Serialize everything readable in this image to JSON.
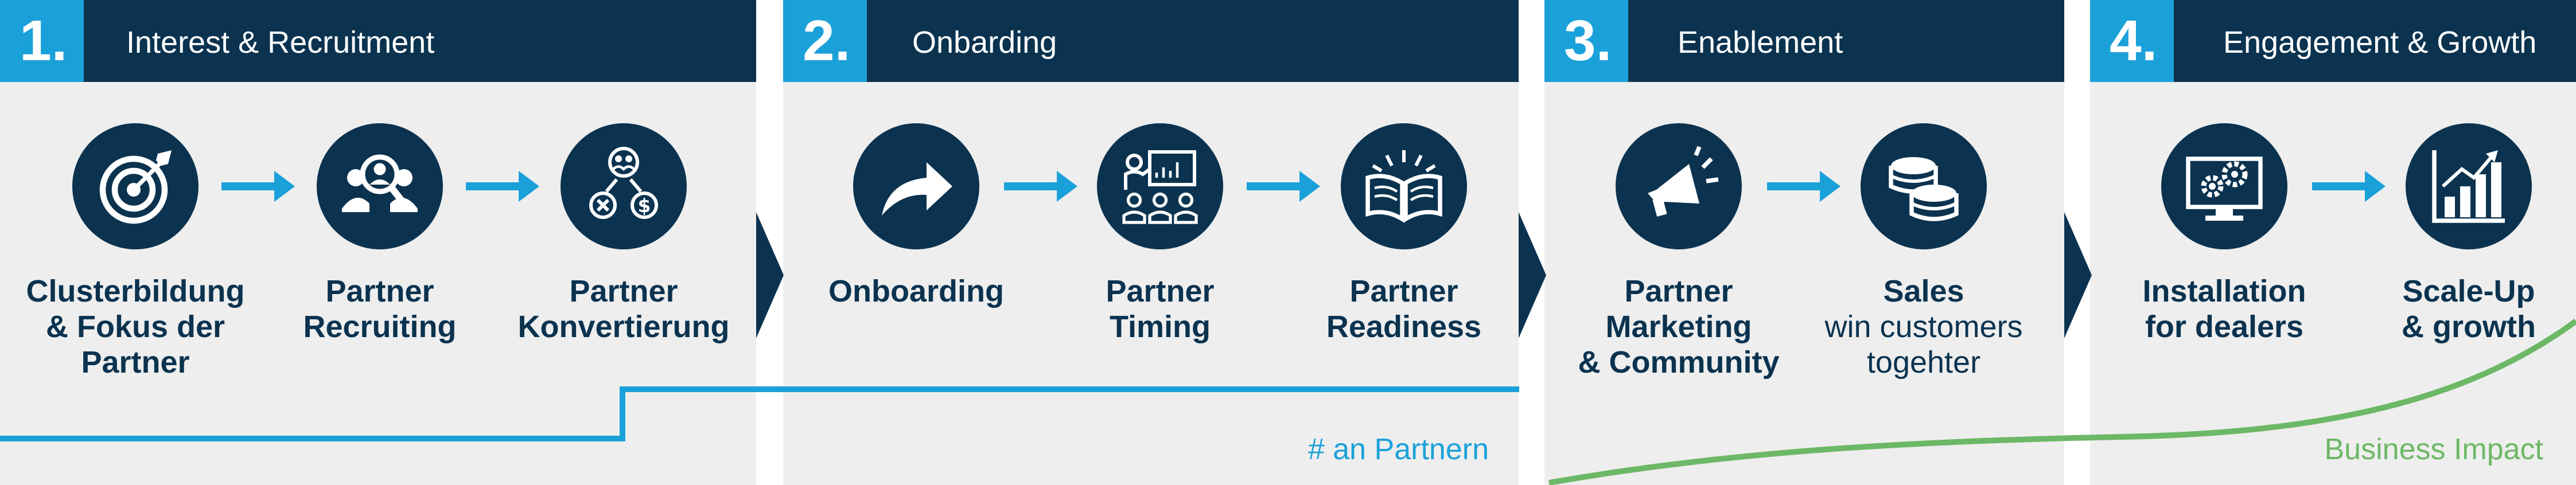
{
  "phases": [
    {
      "number": "1.",
      "title": "Interest & Recruitment",
      "steps": [
        {
          "icon": "target-icon",
          "lines": [
            "Clusterbildung",
            "& Fokus der",
            "Partner"
          ]
        },
        {
          "icon": "partner-search-icon",
          "lines": [
            "Partner",
            "Recruiting"
          ]
        },
        {
          "icon": "partner-conversion-icon",
          "lines": [
            "Partner",
            "Konvertierung"
          ]
        }
      ]
    },
    {
      "number": "2.",
      "title": "Onbarding",
      "steps": [
        {
          "icon": "share-arrow-icon",
          "lines": [
            "Onboarding"
          ]
        },
        {
          "icon": "presentation-icon",
          "lines": [
            "Partner",
            "Timing"
          ]
        },
        {
          "icon": "open-book-icon",
          "lines": [
            "Partner",
            "Readiness"
          ]
        }
      ]
    },
    {
      "number": "3.",
      "title": "Enablement",
      "steps": [
        {
          "icon": "megaphone-icon",
          "lines": [
            "Partner",
            "Marketing",
            "& Community"
          ]
        },
        {
          "icon": "coins-icon",
          "lines": [
            "Sales",
            "win customers",
            "togehter"
          ]
        }
      ]
    },
    {
      "number": "4.",
      "title": "Engagement & Growth",
      "steps": [
        {
          "icon": "monitor-gears-icon",
          "lines": [
            "Installation",
            "for dealers"
          ]
        },
        {
          "icon": "growth-chart-icon",
          "lines": [
            "Scale-Up",
            "& growth"
          ]
        }
      ]
    }
  ],
  "captions": {
    "partners": "# an Partnern",
    "business_impact": "Business Impact"
  },
  "colors": {
    "navy": "#0b3350",
    "accent_blue": "#1ba1d9",
    "impact_green": "#6db866",
    "panel": "#eeeeee"
  }
}
